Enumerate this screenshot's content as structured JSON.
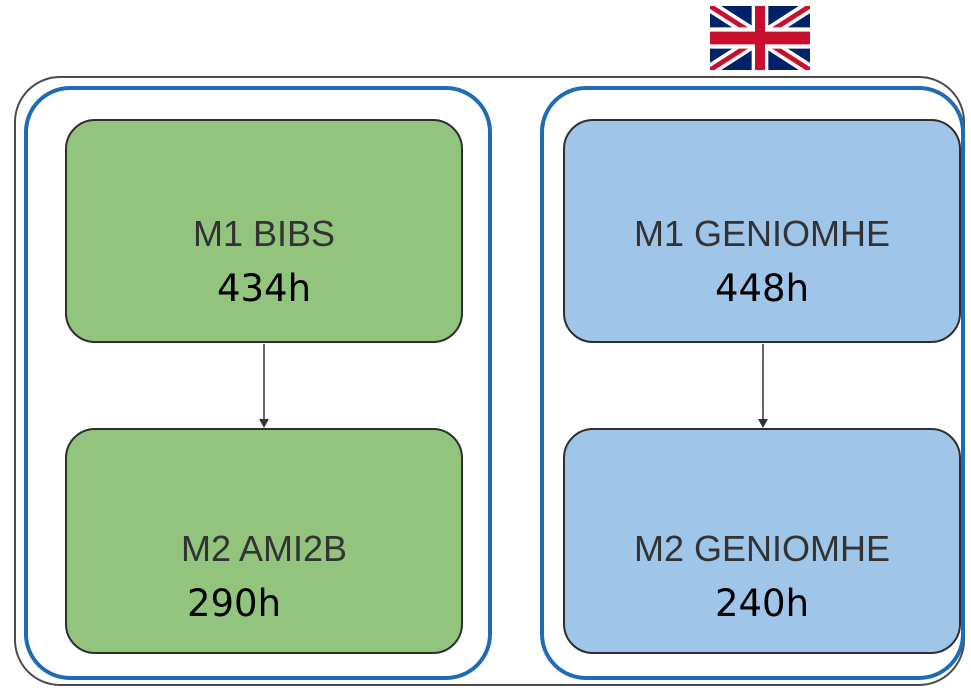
{
  "flag": {
    "icon": "uk-flag-icon"
  },
  "colors": {
    "frame": "#4a4a4a",
    "group_border": "#1f6bb5",
    "green": "#93c47d",
    "blue": "#9fc5e8"
  },
  "groups": [
    {
      "courses": [
        {
          "name": "M1 BIBS",
          "hours": "434h"
        },
        {
          "name": "M2 AMI2B",
          "hours": "290h"
        }
      ]
    },
    {
      "courses": [
        {
          "name": "M1 GENIOMHE",
          "hours": "448h"
        },
        {
          "name": "M2 GENIOMHE",
          "hours": "240h"
        }
      ]
    }
  ]
}
